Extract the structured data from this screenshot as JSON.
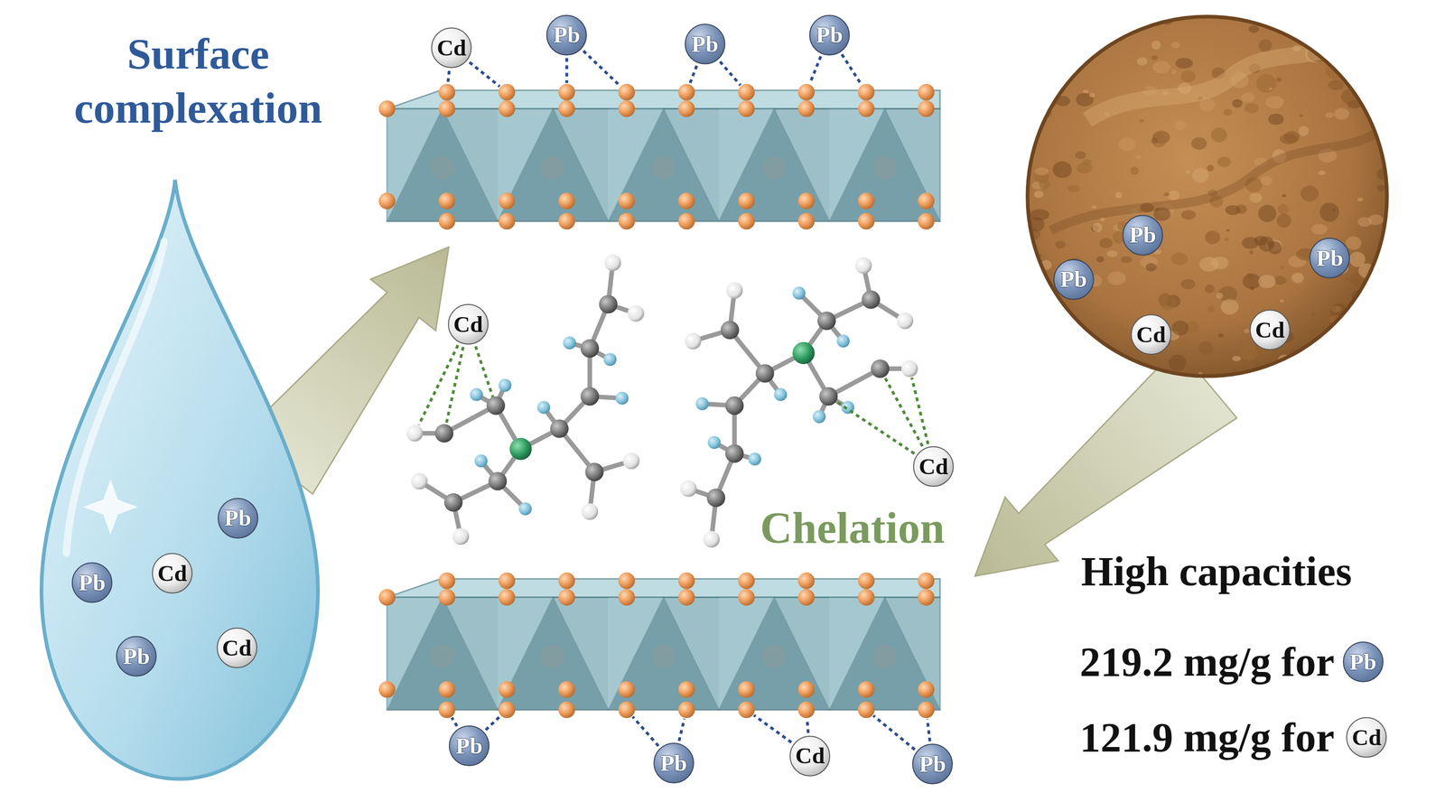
{
  "diagram": {
    "nodes": [
      {
        "text": [
          "Cd"
        ]
      },
      {
        "text": [
          "Pb"
        ]
      },
      {
        "text": [
          "Pb"
        ]
      },
      {
        "text": [
          "Pb"
        ]
      },
      {
        "text": [
          "Pb"
        ]
      },
      {
        "text": [
          "Pb"
        ]
      },
      {
        "text": [
          "Pb"
        ]
      },
      {
        "text": [
          "Cd"
        ]
      },
      {
        "text": [
          "Cd"
        ]
      },
      {
        "text": [
          "Cd"
        ]
      },
      {
        "text": [
          "Cd"
        ]
      },
      {
        "text": [
          "Pb"
        ]
      },
      {
        "text": [
          "Cd"
        ]
      },
      {
        "text": [
          "Pb"
        ]
      },
      {
        "text": [
          "Cd"
        ]
      },
      {
        "text": [
          "Pb"
        ]
      },
      {
        "text": [
          "Pb"
        ]
      },
      {
        "text": [
          "Pb"
        ]
      },
      {
        "text": [
          "Pb"
        ]
      },
      {
        "text": [
          "Cd"
        ]
      },
      {
        "text": [
          "Pb"
        ]
      },
      {
        "text": [
          "Cd"
        ]
      }
    ],
    "labels": [
      "Surface complexation",
      "Chelation",
      "High capacities",
      "219.2 mg/g for",
      "121.9 mg/g for"
    ]
  }
}
